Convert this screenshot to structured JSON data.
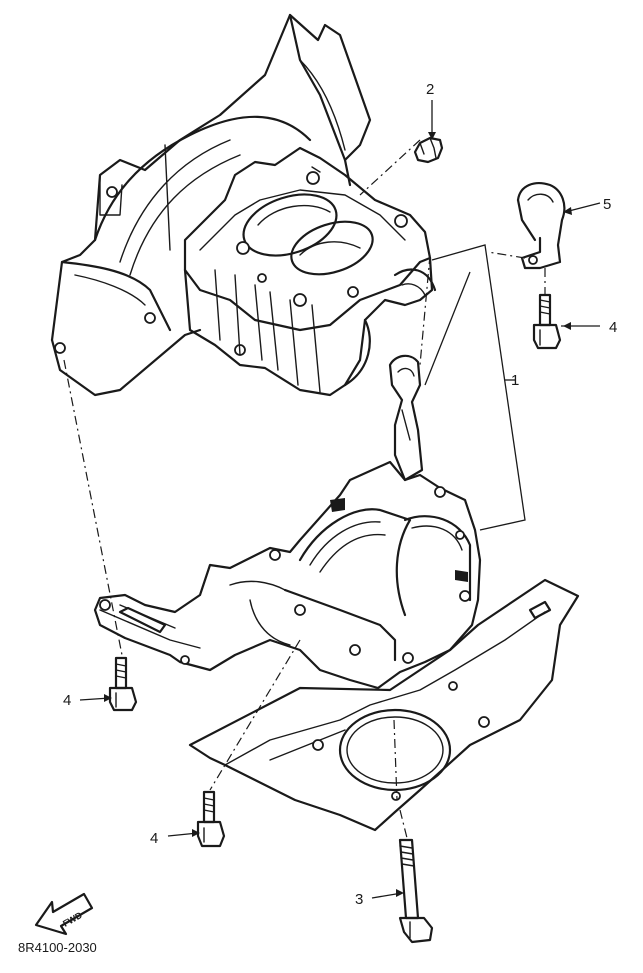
{
  "callouts": {
    "part_1": "1",
    "part_2": "2",
    "part_3": "3",
    "part_4_right": "4",
    "part_4_left_upper": "4",
    "part_4_left_lower": "4",
    "part_5": "5"
  },
  "direction_arrow": {
    "label": "FWD",
    "icon": "forward-arrow-icon"
  },
  "diagram_code": "8R4100-2030",
  "colors": {
    "ink": "#1a1a1a",
    "paper": "#ffffff"
  }
}
